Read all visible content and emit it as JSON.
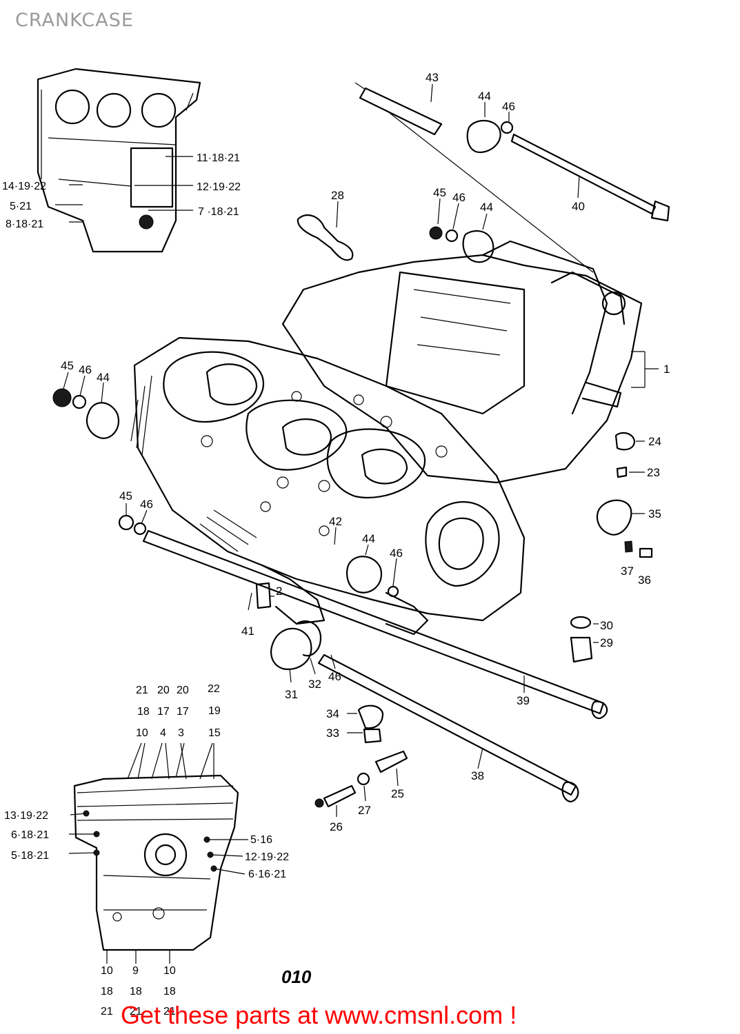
{
  "title": "CRANKCASE",
  "diagram_code": "010",
  "footer": "Get these parts at www.cmsnl.com !",
  "colors": {
    "footer": "#ff0000",
    "title": "#9a9a9a",
    "line": "#000000"
  },
  "callouts": {
    "c43": "43",
    "c44a": "44",
    "c46a": "46",
    "c40": "40",
    "c28": "28",
    "c45b": "45",
    "c46b": "46",
    "c44b": "44",
    "c1": "1",
    "c45c": "45",
    "c46c": "46",
    "c44c": "44",
    "c24": "24",
    "c23": "23",
    "c35": "35",
    "c37": "37",
    "c36": "36",
    "c45d": "45",
    "c46d": "46",
    "c42": "42",
    "c44d": "44",
    "c46e": "46",
    "c2": "2",
    "c41": "41",
    "c31": "31",
    "c32": "32",
    "c46f": "46",
    "c30": "30",
    "c29": "29",
    "c39": "39",
    "c34": "34",
    "c33": "33",
    "c38": "38",
    "c25": "25",
    "c27": "27",
    "c26": "26"
  },
  "top_inset_labels": {
    "r1": "11·18·21",
    "r2": "14·19·22",
    "r3": "12·19·22",
    "r4": "5·21",
    "r5": "7 ·18·21",
    "r6": "8·18·21"
  },
  "bottom_inset_labels": {
    "col1a": "21",
    "col1b": "18",
    "col1c": "10",
    "col2a": "20",
    "col2b": "17",
    "col2c": "4",
    "col3a": "20",
    "col3b": "17",
    "col3c": "3",
    "col4a": "22",
    "col4b": "19",
    "col4c": "15",
    "l1": "13·19·22",
    "l2": "6·18·21",
    "l3": "5·18·21",
    "r1": "5·16",
    "r2": "12·19·22",
    "r3": "6·16·21",
    "b1a": "10",
    "b1b": "18",
    "b1c": "21",
    "b2a": "9",
    "b2b": "18",
    "b2c": "21",
    "b3a": "10",
    "b3b": "18",
    "b3c": "21"
  }
}
